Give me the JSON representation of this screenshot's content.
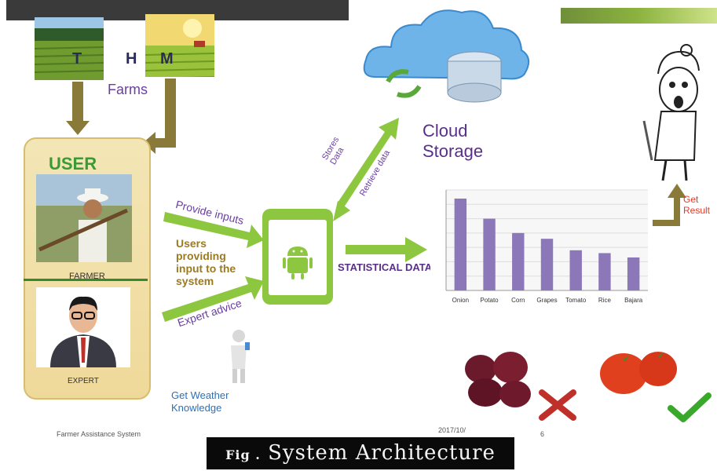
{
  "farms": {
    "letters": [
      "T",
      "H",
      "M"
    ],
    "label": "Farms"
  },
  "user_panel": {
    "title": "USER",
    "farmer_label": "FARMER",
    "expert_label": "EXPERT"
  },
  "flows": {
    "provide_inputs": "Provide inputs",
    "users_providing": [
      "Users",
      "providing",
      "input to the",
      "system"
    ],
    "expert_advice": "Expert advice",
    "stores_data": [
      "Stores",
      "Data"
    ],
    "retrieve_data": "Retrieve data",
    "statistical_data": "STATISTICAL DATA"
  },
  "cloud": {
    "label_line1": "Cloud",
    "label_line2": "Storage"
  },
  "result": {
    "line1": "Get",
    "line2": "Result"
  },
  "weather": {
    "line1": "Get Weather",
    "line2": "Knowledge"
  },
  "footer": {
    "left": "Farmer Assistance System",
    "date": "2017/10/",
    "page": "6"
  },
  "caption": {
    "prefix": "Fig .",
    "title": "System Architecture"
  },
  "colors": {
    "arrow_green": "#8dc63f",
    "bar_purple": "#8c77b8",
    "arrow_olive": "#8a7a3a",
    "label_purple": "#6a3fa0"
  },
  "chart_data": {
    "type": "bar",
    "categories": [
      "Onion",
      "Potato",
      "Corn",
      "Grapes",
      "Tomato",
      "Rice",
      "Bajara"
    ],
    "values": [
      64,
      50,
      40,
      36,
      28,
      26,
      23
    ],
    "ylim": [
      0,
      70
    ],
    "grid": true
  }
}
